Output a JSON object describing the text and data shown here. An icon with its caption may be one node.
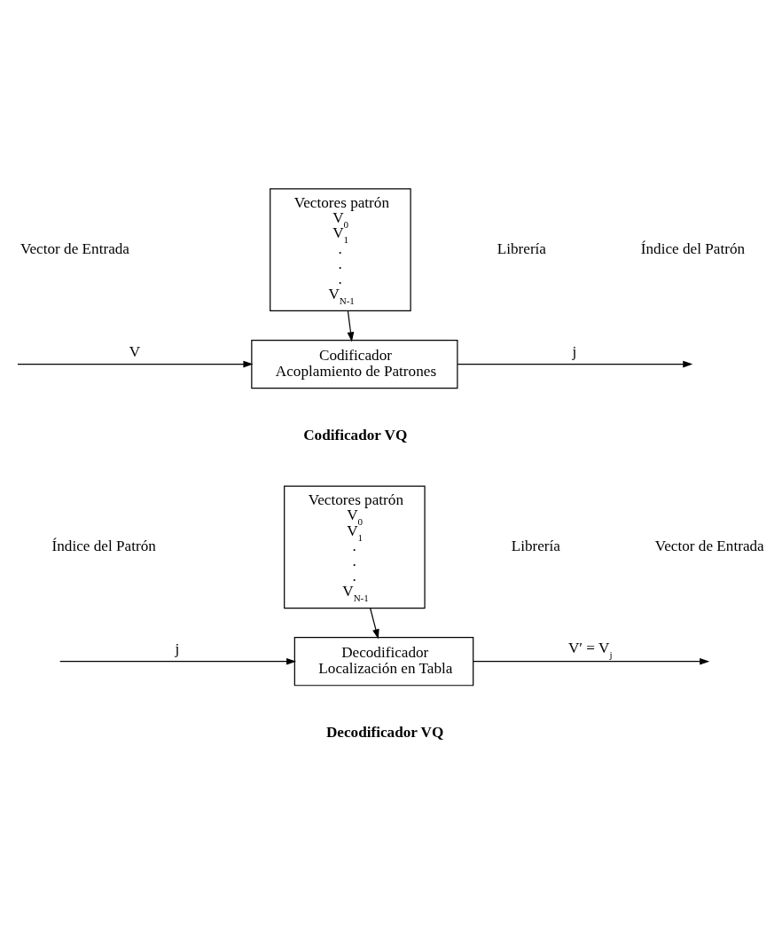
{
  "diagram": {
    "nodes": [
      {
        "text": [
          "Vectores patrón",
          "V$_{0}$",
          "V$_{1}$",
          ".",
          ".",
          ".",
          "V$_{N-1}$"
        ]
      },
      {
        "text": [
          "Codificador Acoplamiento de Patrones"
        ]
      },
      {
        "text": [
          "Vectores patrón",
          "V$_{0}$",
          "V$_{1}$",
          ".",
          ".",
          ".",
          "V$_{N-1}$"
        ]
      },
      {
        "text": [
          "Decodificador Localización en Tabla"
        ]
      }
    ],
    "edges": [
      {
        "from": 0,
        "to": 1,
        "arrow": "to"
      },
      {
        "from": null,
        "to": 1,
        "arrow": "to",
        "label": "V"
      },
      {
        "from": 1,
        "to": null,
        "arrow": "to",
        "label": "j"
      },
      {
        "from": 2,
        "to": 3,
        "arrow": "to"
      },
      {
        "from": null,
        "to": 3,
        "arrow": "to",
        "label": "j"
      },
      {
        "from": 3,
        "to": null,
        "arrow": "to",
        "label": "V′ = V$_{j}$"
      }
    ],
    "labels": [
      "Librería",
      "Vector de Entrada",
      "Índice del Patrón",
      "Codificador VQ",
      "Librería",
      "Índice del Patrón",
      "Vector de Entrada",
      "Decodificador VQ"
    ]
  }
}
